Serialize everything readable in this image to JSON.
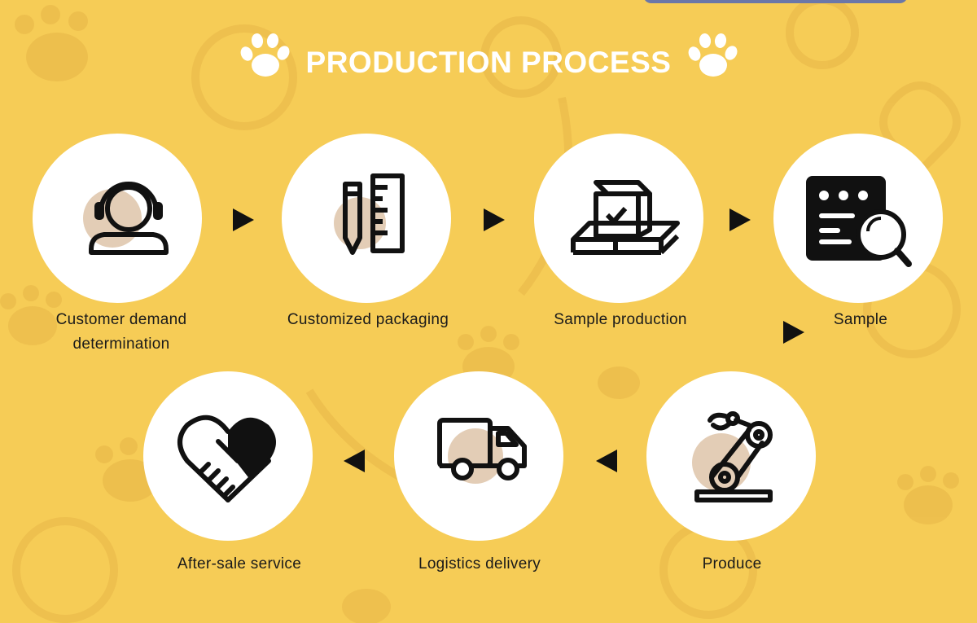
{
  "colors": {
    "background": "#f6cc56",
    "pattern": "#eab948",
    "circle": "#ffffff",
    "icon_accent": "#e3cdb6",
    "icon": "#111111",
    "text": "#1a1a1a"
  },
  "header": {
    "title": "PRODUCTION PROCESS",
    "left_icon": "paw-icon",
    "right_icon": "paw-icon"
  },
  "steps": [
    {
      "label_line1": "Customer demand",
      "label_line2": "determination",
      "icon": "customer-service-headset-icon"
    },
    {
      "label_line1": "Customized packaging",
      "label_line2": "",
      "icon": "pencil-ruler-icon"
    },
    {
      "label_line1": "Sample production",
      "label_line2": "",
      "icon": "box-pallet-icon"
    },
    {
      "label_line1": "Sample",
      "label_line2": "",
      "icon": "document-magnifier-icon"
    },
    {
      "label_line1": "Produce",
      "label_line2": "",
      "icon": "robot-arm-icon"
    },
    {
      "label_line1": "Logistics delivery",
      "label_line2": "",
      "icon": "delivery-truck-icon"
    },
    {
      "label_line1": "After-sale service",
      "label_line2": "",
      "icon": "handshake-heart-icon"
    }
  ],
  "connectors": [
    "arrow-right",
    "arrow-right",
    "arrow-right",
    "arrow-right",
    "arrow-left",
    "arrow-left"
  ]
}
